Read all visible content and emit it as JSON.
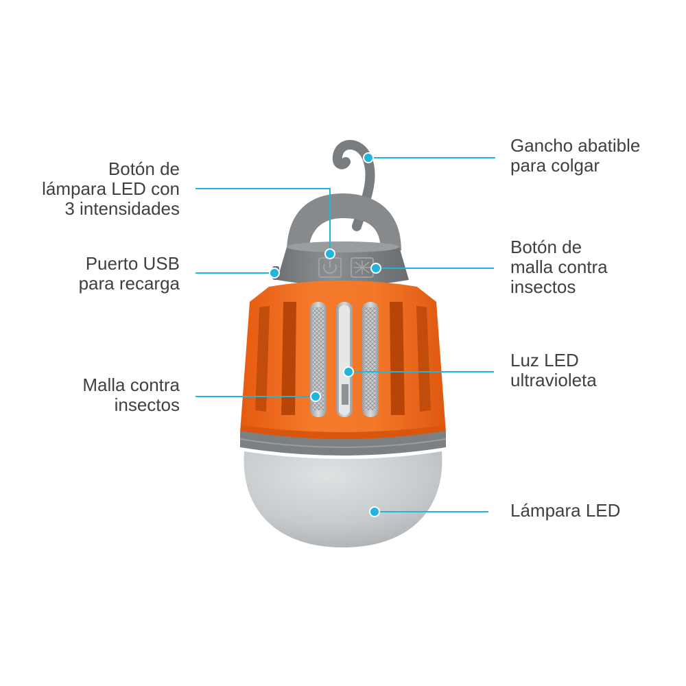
{
  "accent_color": "#1fb5df",
  "labels": {
    "hook": [
      "Gancho abatible",
      "para colgar"
    ],
    "led_button": [
      "Botón de",
      "lámpara LED con",
      "3 intensidades"
    ],
    "mesh_button": [
      "Botón de",
      "malla contra",
      "insectos"
    ],
    "usb_port": [
      "Puerto USB",
      "para recarga"
    ],
    "uv_light": [
      "Luz LED",
      "ultravioleta"
    ],
    "mesh": [
      "Malla contra",
      "insectos"
    ],
    "led_lamp": [
      "Lámpara LED"
    ]
  },
  "icons": {
    "power": "power-icon",
    "mesh_toggle": "bug-zapper-icon"
  },
  "colors": {
    "orange": "#f26a1b",
    "gray": "#7b7e80",
    "dome": "#c9cdcf"
  }
}
